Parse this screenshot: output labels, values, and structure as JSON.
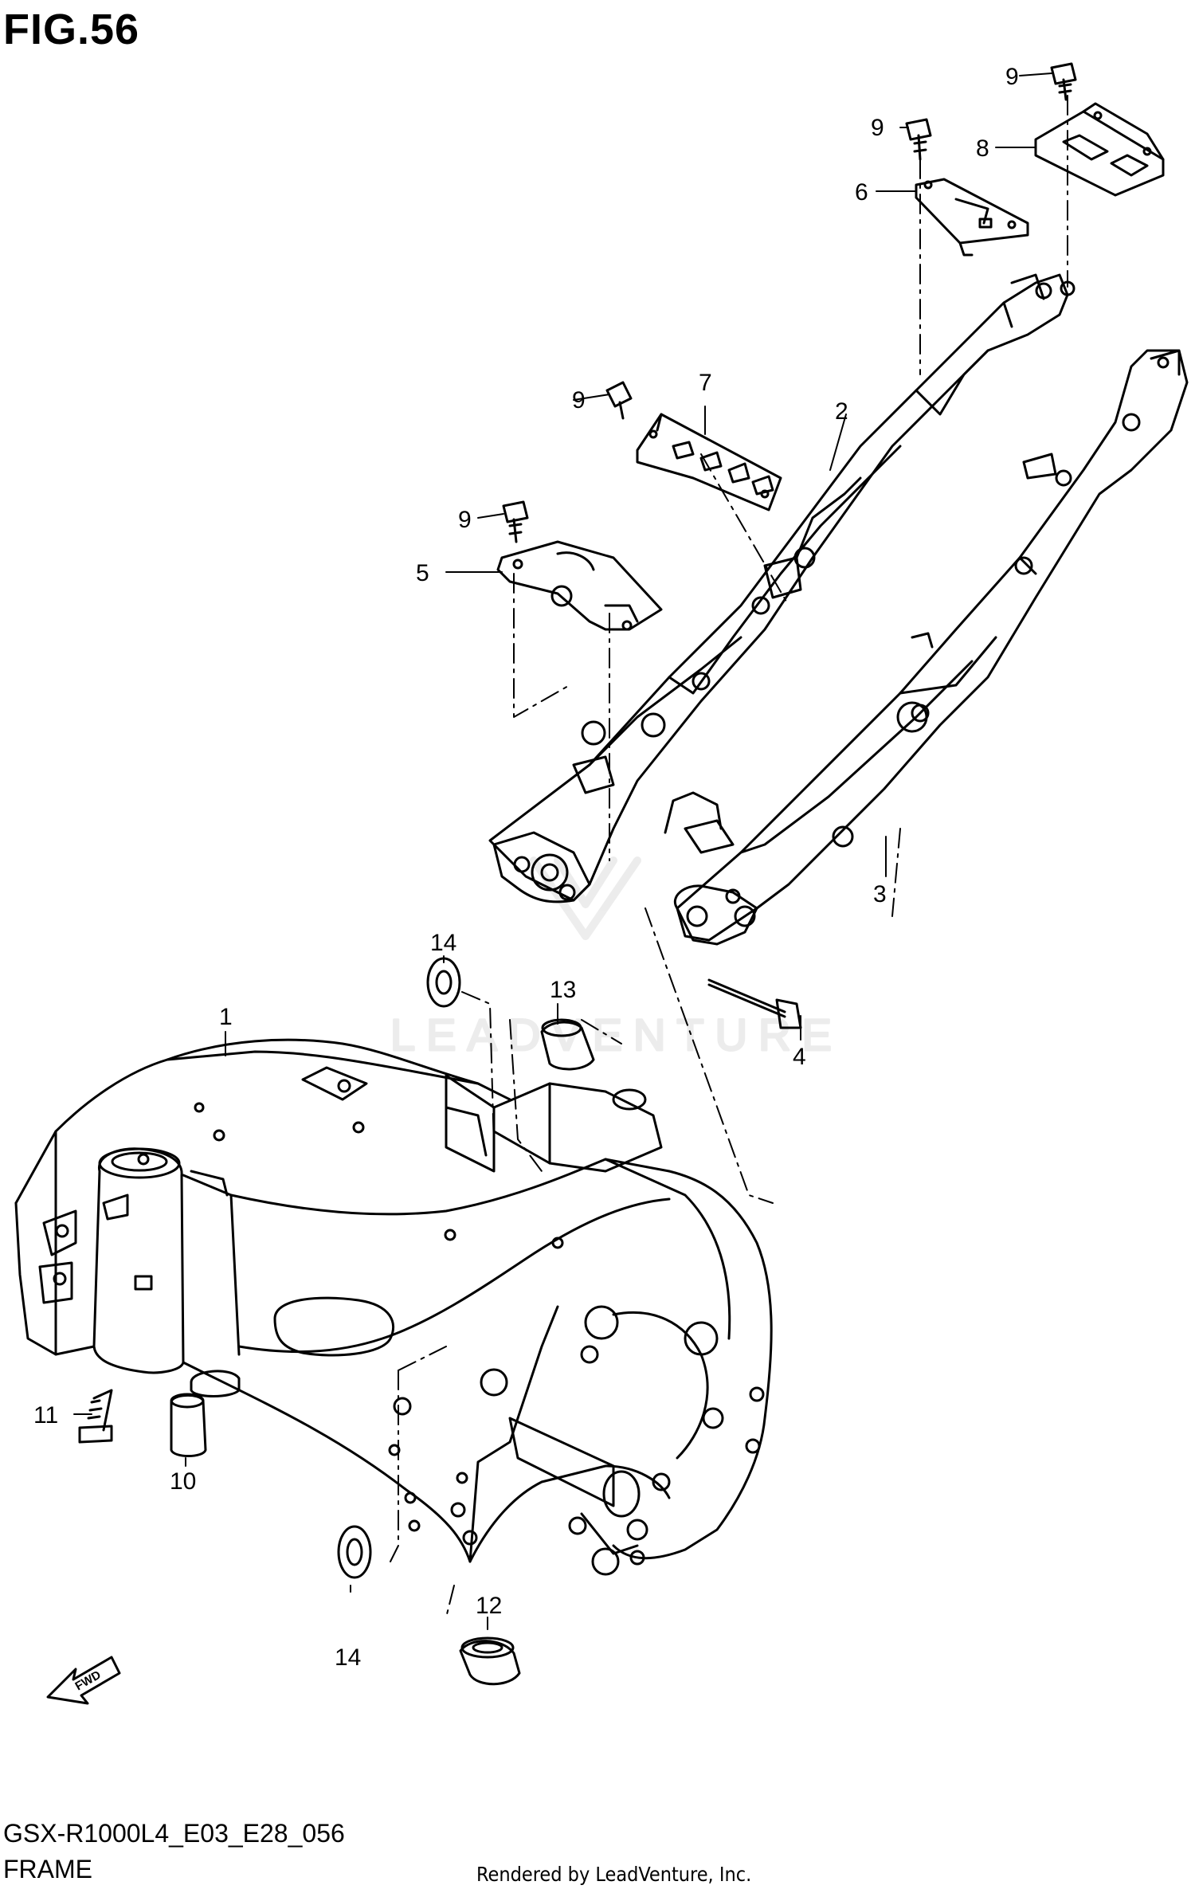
{
  "figure": {
    "title": "FIG.56",
    "model_code": "GSX-R1000L4_E03_E28_056",
    "section": "FRAME",
    "credit": "Rendered by LeadVenture, Inc."
  },
  "watermark": "LEADVENTURE",
  "fwd_label": "FWD",
  "callouts": [
    {
      "id": "9a",
      "label": "9"
    },
    {
      "id": "8",
      "label": "8"
    },
    {
      "id": "9b",
      "label": "9"
    },
    {
      "id": "6",
      "label": "6"
    },
    {
      "id": "9c",
      "label": "9"
    },
    {
      "id": "7",
      "label": "7"
    },
    {
      "id": "2",
      "label": "2"
    },
    {
      "id": "9d",
      "label": "9"
    },
    {
      "id": "5",
      "label": "5"
    },
    {
      "id": "3",
      "label": "3"
    },
    {
      "id": "14a",
      "label": "14"
    },
    {
      "id": "13",
      "label": "13"
    },
    {
      "id": "4",
      "label": "4"
    },
    {
      "id": "1",
      "label": "1"
    },
    {
      "id": "11",
      "label": "11"
    },
    {
      "id": "10",
      "label": "10"
    },
    {
      "id": "12",
      "label": "12"
    },
    {
      "id": "14b",
      "label": "14"
    }
  ]
}
